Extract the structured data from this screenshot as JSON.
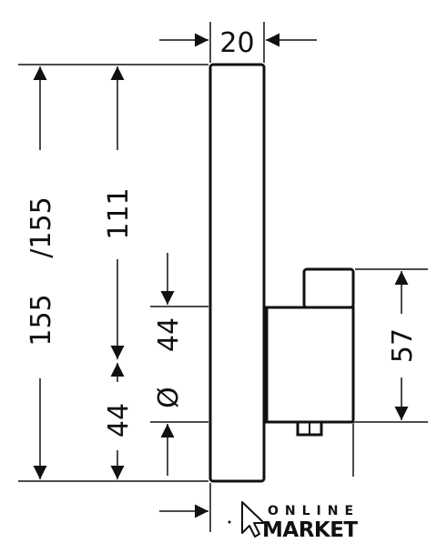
{
  "dimensions": {
    "top_width": "20",
    "total_height": "155",
    "total_height_alt": "/155",
    "upper_height": "111",
    "lower_offset_1": "44",
    "lower_offset_2": "44",
    "diameter_symbol": "Ø",
    "body_height": "57"
  },
  "watermark": {
    "line1": "ONLINE",
    "line2": "MARKET"
  },
  "colors": {
    "ink": "#111111",
    "background": "#ffffff"
  }
}
